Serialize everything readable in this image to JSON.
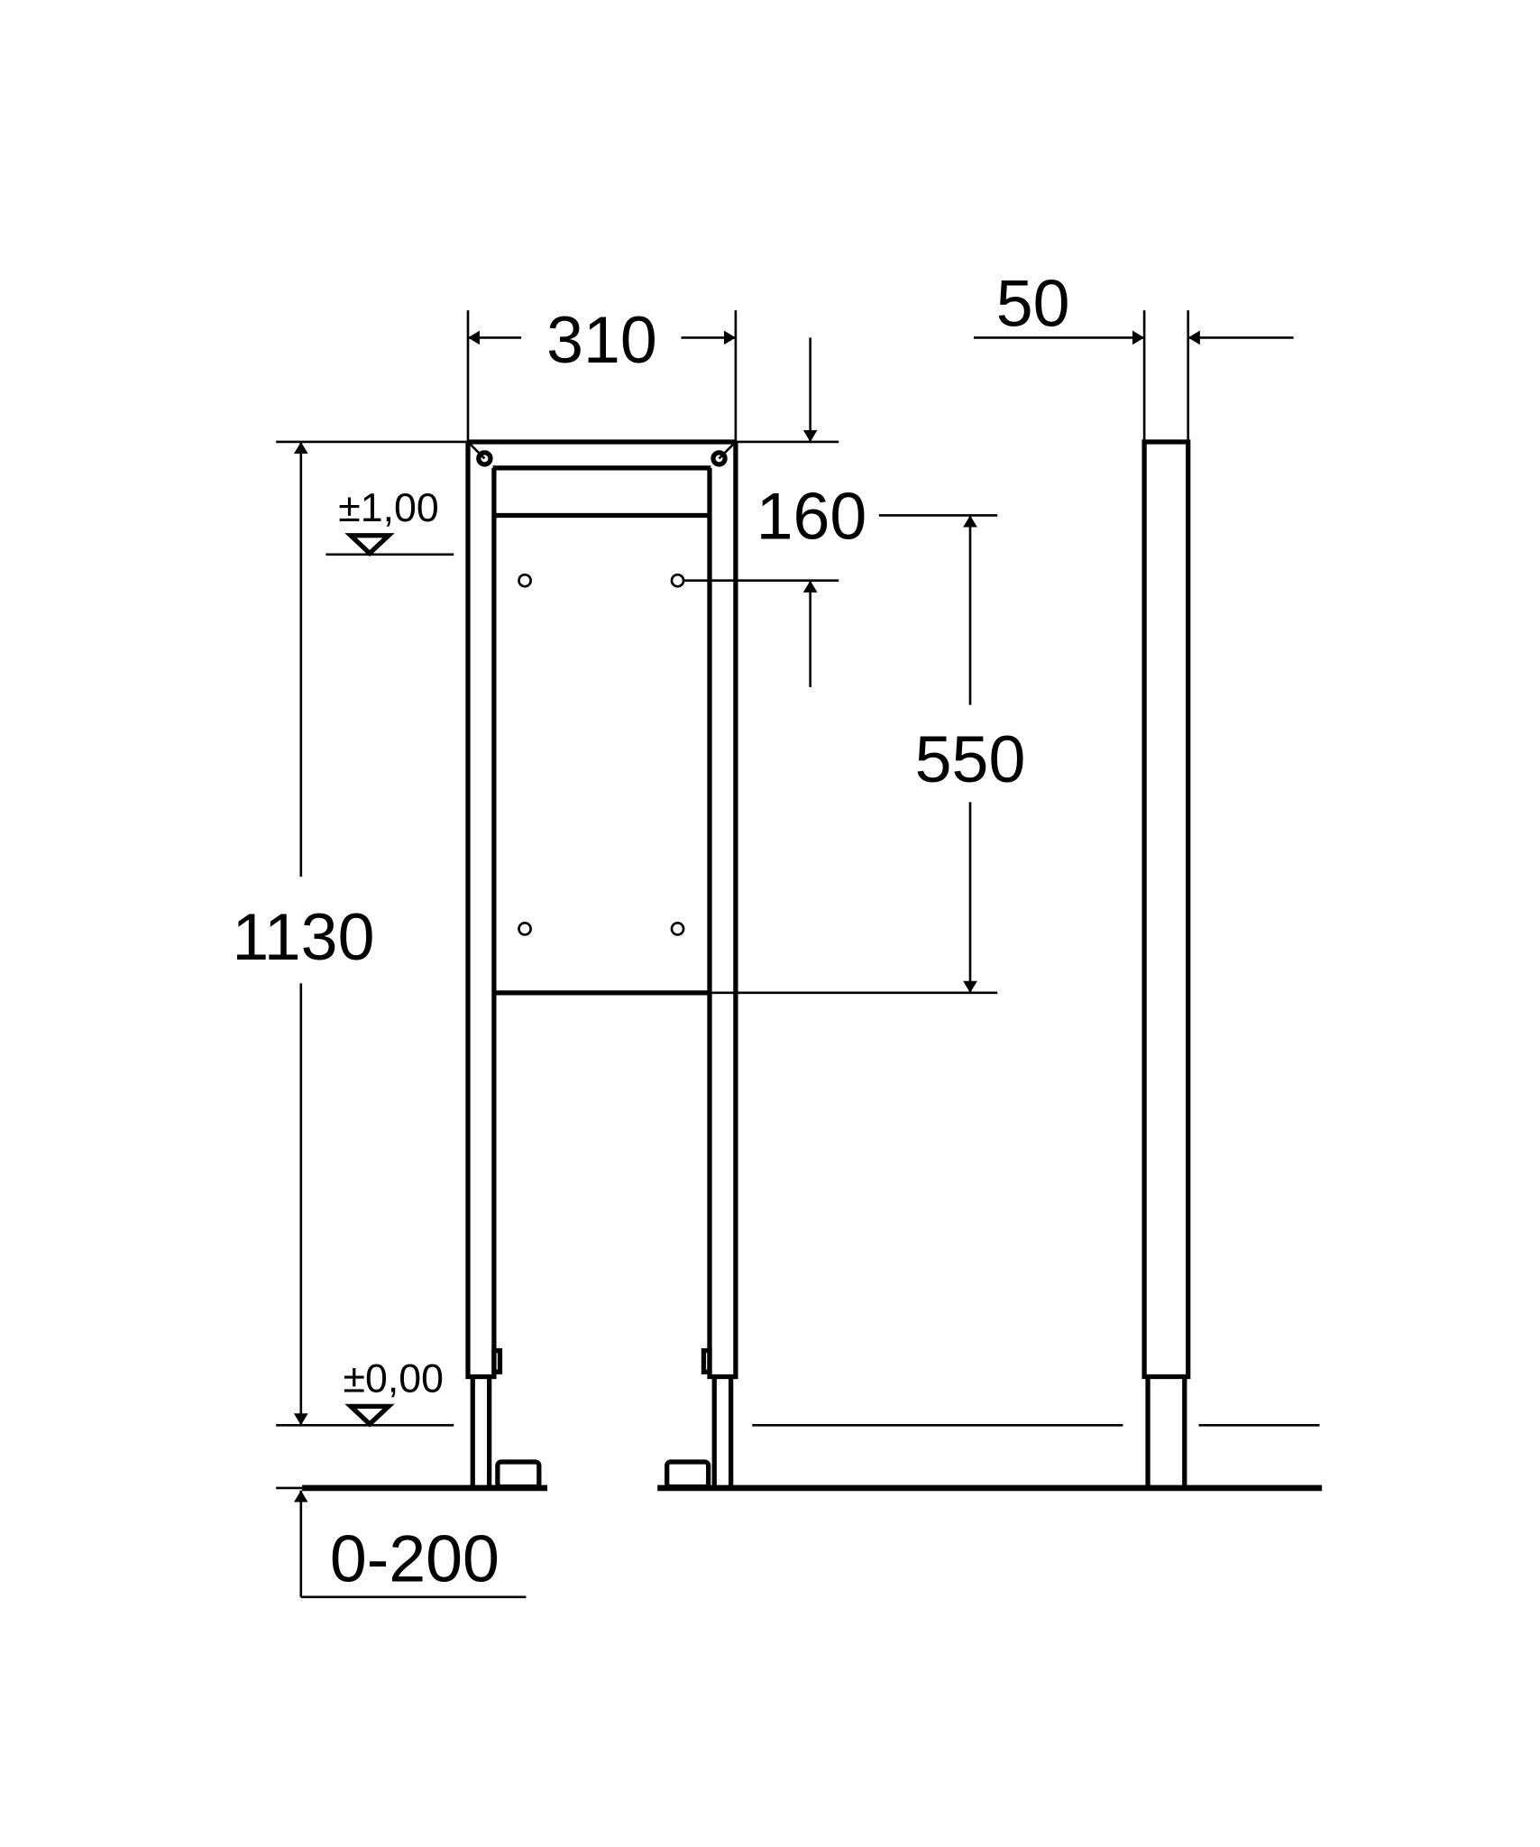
{
  "drawing": {
    "dimensions": {
      "width": "310",
      "depth": "50",
      "top_offset": "160",
      "hole_spacing": "550",
      "height": "1130",
      "adjustment": "0-200"
    },
    "levels": {
      "upper": "±1,00",
      "lower": "±0,00"
    },
    "line_color": "#000000",
    "background": "#ffffff"
  }
}
